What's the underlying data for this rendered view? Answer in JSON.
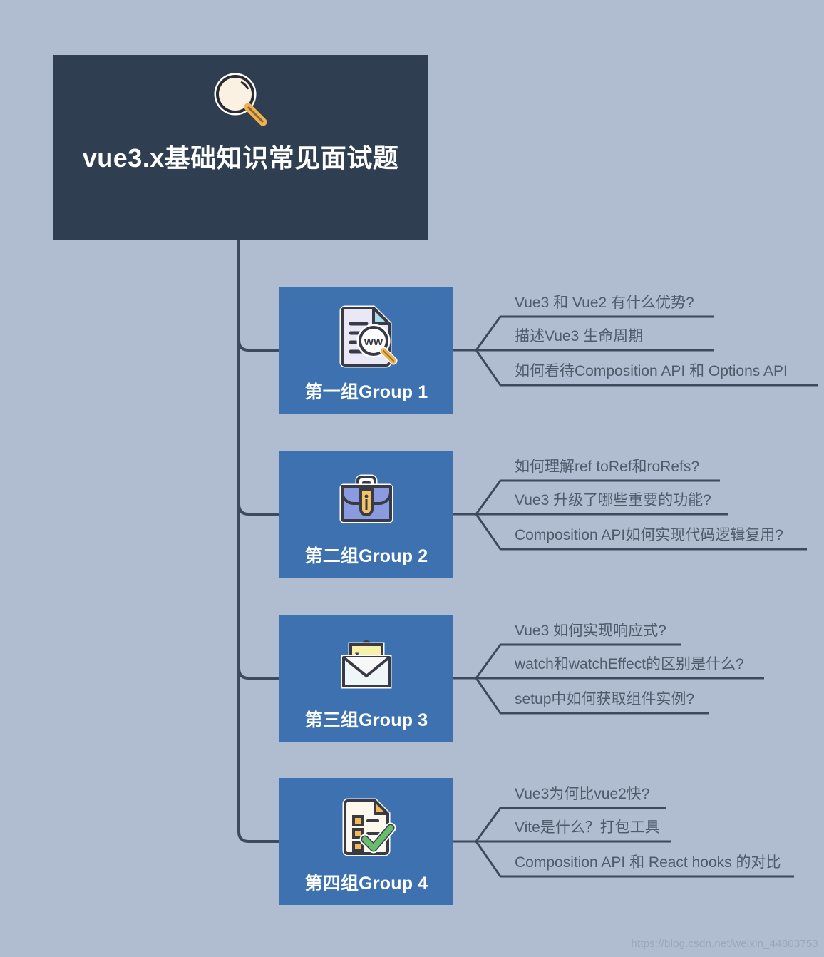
{
  "page": {
    "background_color": "#b0bccf",
    "watermark": "https://blog.csdn.net/weixin_44803753"
  },
  "root": {
    "title": "vue3.x基础知识常见面试题",
    "icon": "magnifying-glass-icon",
    "background_color": "#2f3e50",
    "text_color": "#ffffff"
  },
  "theme": {
    "group_color": "#3d71b0",
    "line_color": "#3c4a5c",
    "leaf_text_color": "#4e5b6b"
  },
  "groups": [
    {
      "label": "第一组Group 1",
      "icon": "document-search-icon",
      "leaves": [
        "Vue3 和 Vue2 有什么优势?",
        "描述Vue3 生命周期",
        "如何看待Composition API 和 Options API"
      ]
    },
    {
      "label": "第二组Group 2",
      "icon": "briefcase-icon",
      "leaves": [
        "如何理解ref toRef和roRefs?",
        "Vue3 升级了哪些重要的功能?",
        "Composition API如何实现代码逻辑复用?"
      ]
    },
    {
      "label": "第三组Group 3",
      "icon": "open-envelope-icon",
      "leaves": [
        "Vue3 如何实现响应式?",
        "watch和watchEffect的区别是什么?",
        "setup中如何获取组件实例?"
      ]
    },
    {
      "label": "第四组Group 4",
      "icon": "checklist-icon",
      "leaves": [
        "Vue3为何比vue2快?",
        "Vite是什么？打包工具",
        "Composition API 和 React hooks 的对比"
      ]
    }
  ]
}
